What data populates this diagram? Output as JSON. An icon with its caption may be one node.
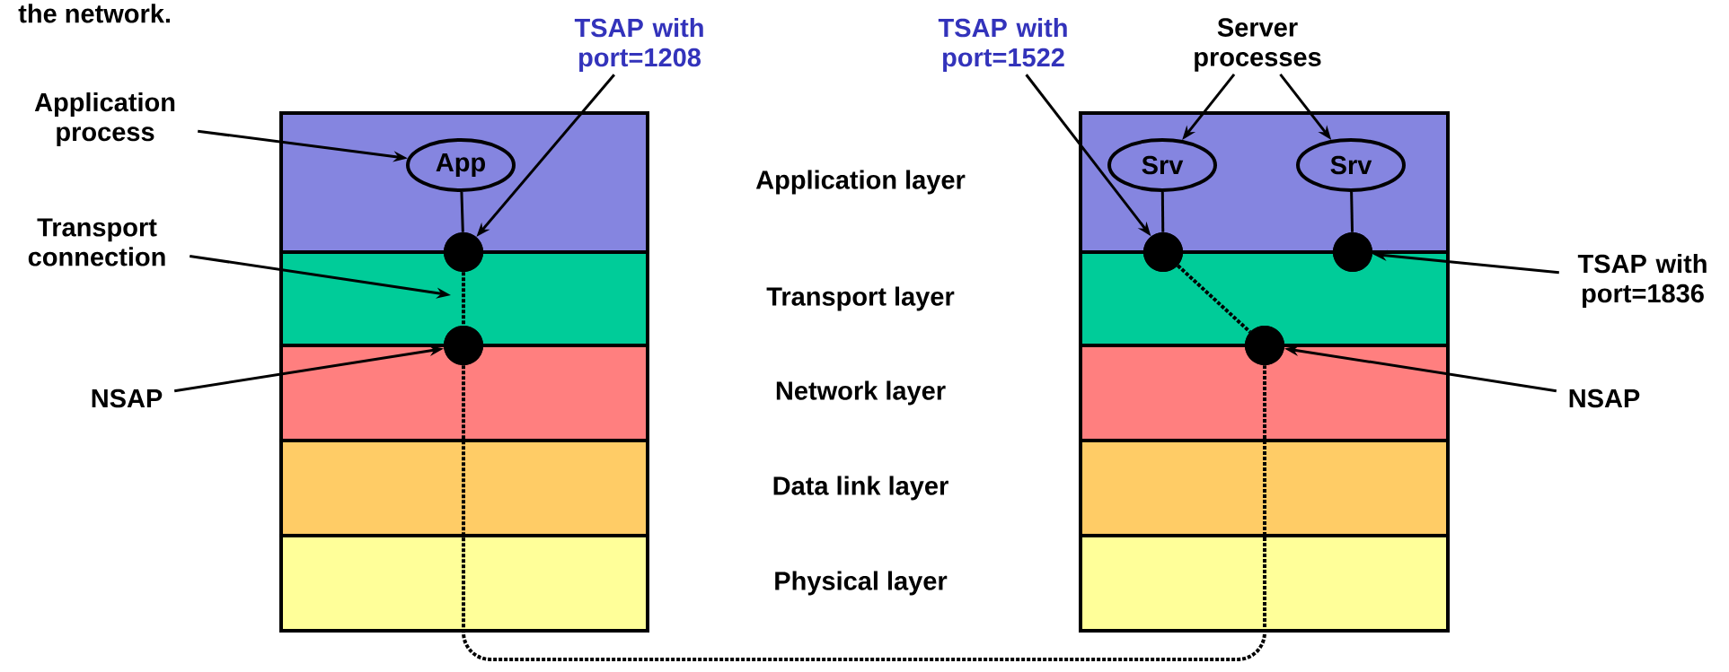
{
  "diagram": {
    "title": "the network.",
    "nodes": [
      {
        "text": [
          "App"
        ]
      },
      {
        "text": [
          "Srv"
        ]
      },
      {
        "text": [
          "Srv"
        ]
      },
      {
        "text": [],
        "shape": "circle"
      },
      {
        "text": [],
        "shape": "circle"
      },
      {
        "text": [],
        "shape": "circle"
      },
      {
        "text": [],
        "shape": "circle"
      },
      {
        "text": [],
        "shape": "circle"
      },
      {
        "text": [
          "Application process"
        ]
      },
      {
        "text": [
          "TSAP with port=1208"
        ]
      },
      {
        "text": [
          "Transport connection"
        ]
      },
      {
        "text": [
          "NSAP"
        ]
      },
      {
        "text": [
          "TSAP with port=1522"
        ]
      },
      {
        "text": [
          "Server processes"
        ]
      },
      {
        "text": [
          "TSAP with port=1836"
        ]
      },
      {
        "text": [
          "NSAP"
        ]
      }
    ],
    "edges": [
      {
        "from": 0,
        "to": 3,
        "arrow": "none"
      },
      {
        "from": 1,
        "to": 5,
        "arrow": "none"
      },
      {
        "from": 2,
        "to": 6,
        "arrow": "none"
      },
      {
        "from": 3,
        "to": 4,
        "arrow": "none",
        "style": "dashed"
      },
      {
        "from": 5,
        "to": 7,
        "arrow": "none",
        "style": "dashed"
      },
      {
        "from": 4,
        "to": 7,
        "arrow": "none",
        "style": "dashed"
      },
      {
        "from": 8,
        "to": 0,
        "arrow": "to"
      },
      {
        "from": 9,
        "to": 3,
        "arrow": "to"
      },
      {
        "from": 10,
        "to": null,
        "arrow": "to"
      },
      {
        "from": 11,
        "to": 4,
        "arrow": "to"
      },
      {
        "from": 12,
        "to": 5,
        "arrow": "to"
      },
      {
        "from": 13,
        "to": 1,
        "arrow": "to"
      },
      {
        "from": 13,
        "to": 2,
        "arrow": "to"
      },
      {
        "from": 14,
        "to": 6,
        "arrow": "to"
      },
      {
        "from": 15,
        "to": 7,
        "arrow": "to"
      }
    ],
    "labels": [
      "Application layer",
      "Transport layer",
      "Network layer",
      "Data link layer",
      "Physical layer"
    ]
  }
}
